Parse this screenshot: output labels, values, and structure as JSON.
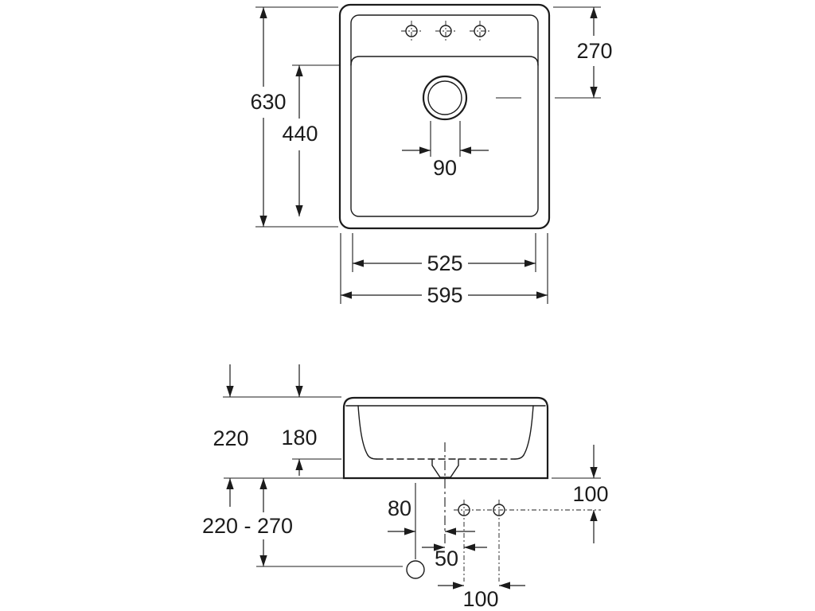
{
  "drawing": {
    "background": "#ffffff",
    "line_color": "#1c1c1c",
    "top_view": {
      "overall_height": "630",
      "bowl_length": "440",
      "front_to_drain": "270",
      "drain_span": "90",
      "bowl_width": "525",
      "overall_width": "595"
    },
    "front_view": {
      "height": "220",
      "inner_depth": "180",
      "height_range": "220 - 270",
      "outlet_offset": "80",
      "side_height": "100",
      "hole_offset": "50",
      "hole_spacing": "100"
    }
  }
}
